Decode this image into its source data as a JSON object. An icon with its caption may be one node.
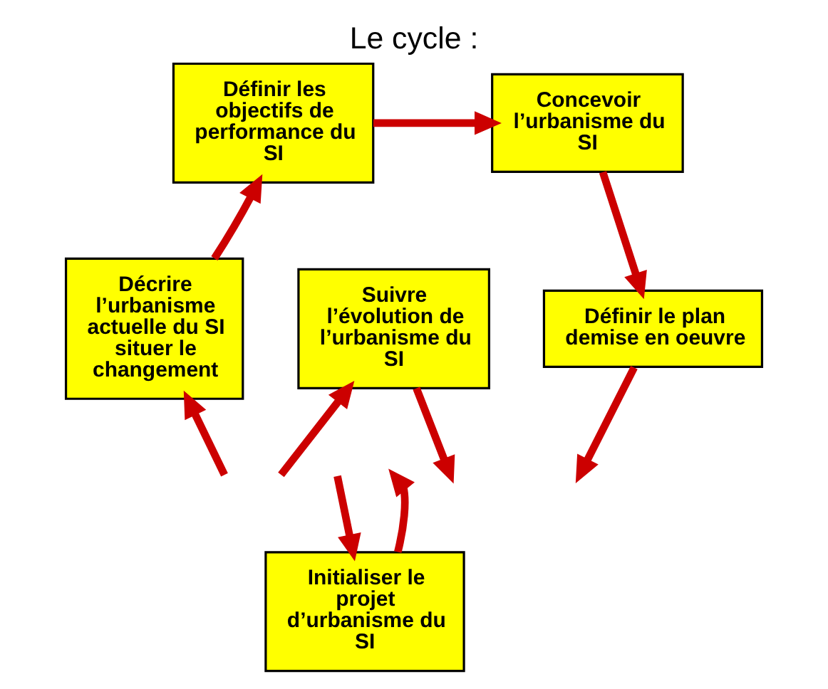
{
  "diagram": {
    "title": "Le cycle :",
    "nodes": [
      {
        "text": [
          "Définir les objectifs de performance du SI"
        ]
      },
      {
        "text": [
          "Concevoir l’urbanisme du SI"
        ]
      },
      {
        "text": [
          "Définir le plan demise en oeuvre"
        ]
      },
      {
        "text": [
          "Suivre l’évolution de l’urbanisme du SI"
        ]
      },
      {
        "text": [
          "Décrire l’urbanisme actuelle du SI situer le changement"
        ]
      },
      {
        "text": [
          "Initialiser le projet d’urbanisme du SI"
        ]
      }
    ],
    "edges": [
      {
        "from": 4,
        "to": 0,
        "arrow": "to"
      },
      {
        "from": 0,
        "to": 1,
        "arrow": "to"
      },
      {
        "from": 1,
        "to": 2,
        "arrow": "to"
      },
      {
        "from": 2,
        "to": null,
        "arrow": "to"
      },
      {
        "from": null,
        "to": 4,
        "arrow": "to"
      },
      {
        "from": null,
        "to": 3,
        "arrow": "to"
      },
      {
        "from": 3,
        "to": null,
        "arrow": "to"
      },
      {
        "from": 5,
        "to": null,
        "arrow": "to"
      },
      {
        "from": null,
        "to": 5,
        "arrow": "to"
      }
    ]
  }
}
